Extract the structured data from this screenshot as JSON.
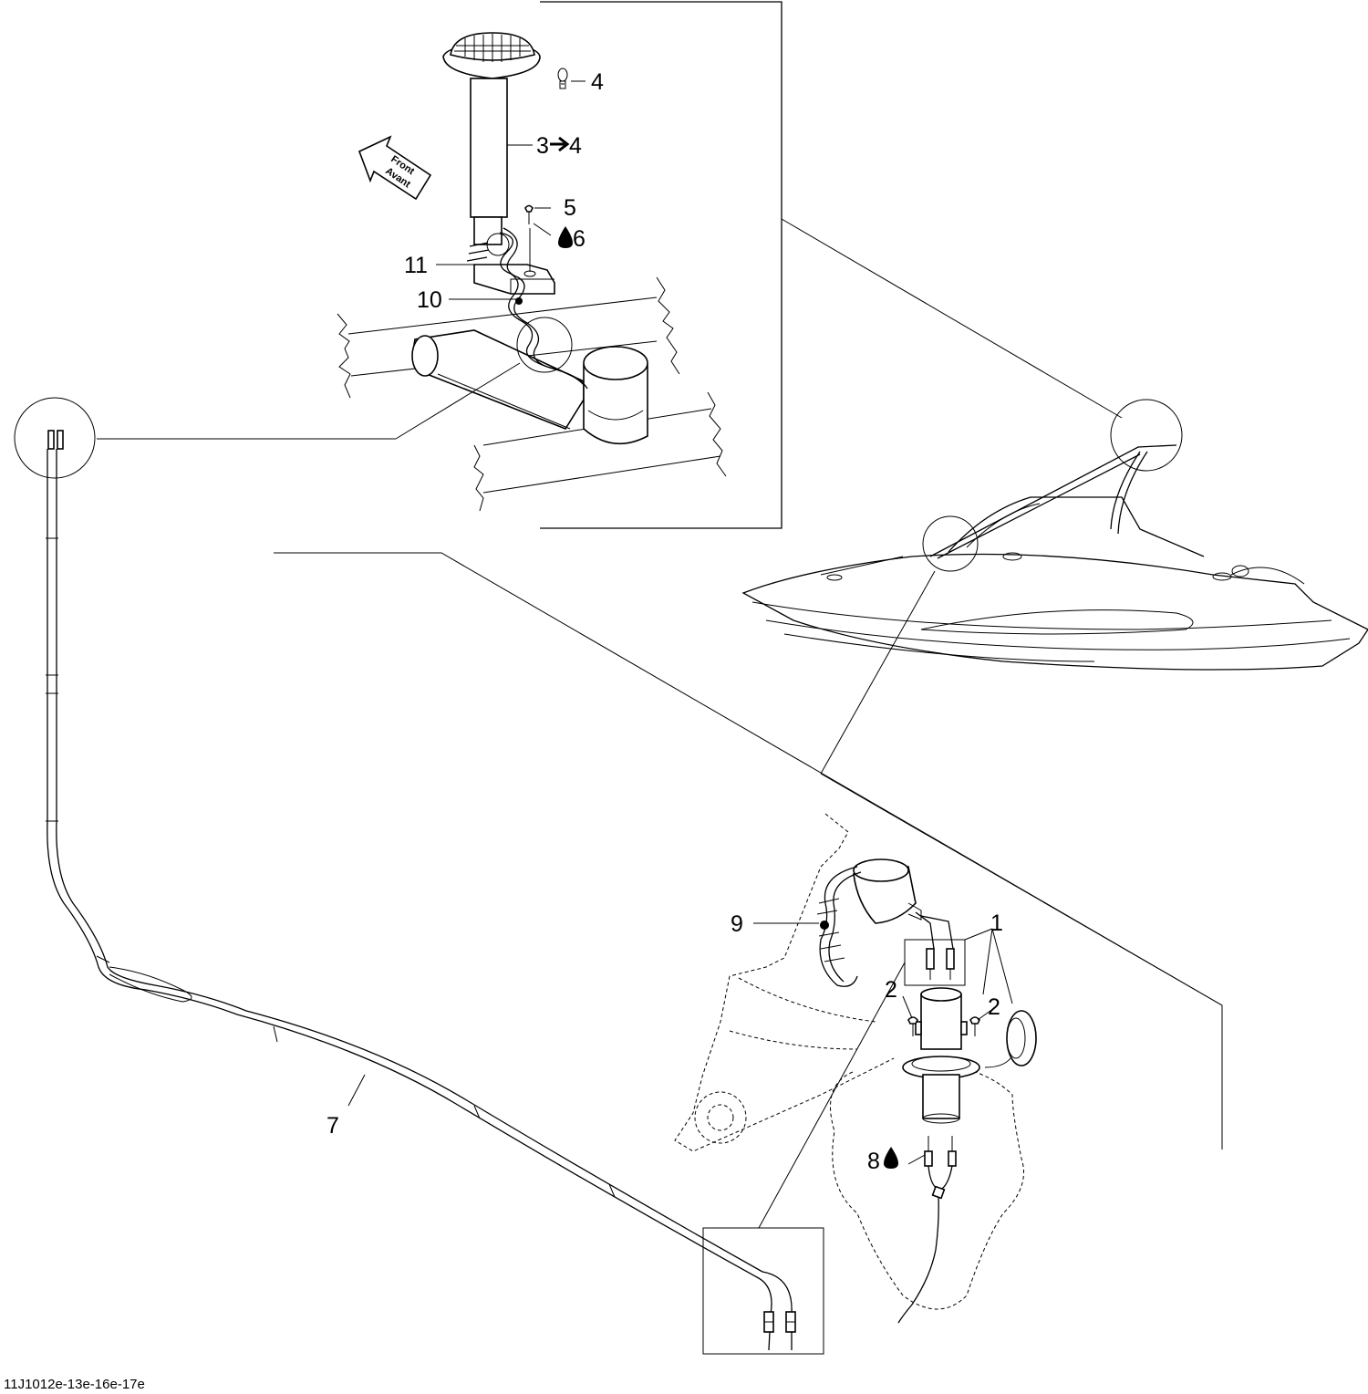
{
  "diagram_code": "11J1012e-13e-16e-17e",
  "front_arrow": {
    "line1": "Front",
    "line2": "Avant"
  },
  "callouts": {
    "c1": "1",
    "c2a": "2",
    "c2b": "2",
    "c3": "3",
    "c3_target": "4",
    "c4": "4",
    "c5": "5",
    "c6": "6",
    "c7": "7",
    "c8": "8",
    "c9": "9",
    "c10": "10",
    "c11": "11"
  },
  "icons": {
    "bulb": "bulb-icon",
    "arrow": "right-arrow-icon",
    "drop": "drop-icon"
  }
}
